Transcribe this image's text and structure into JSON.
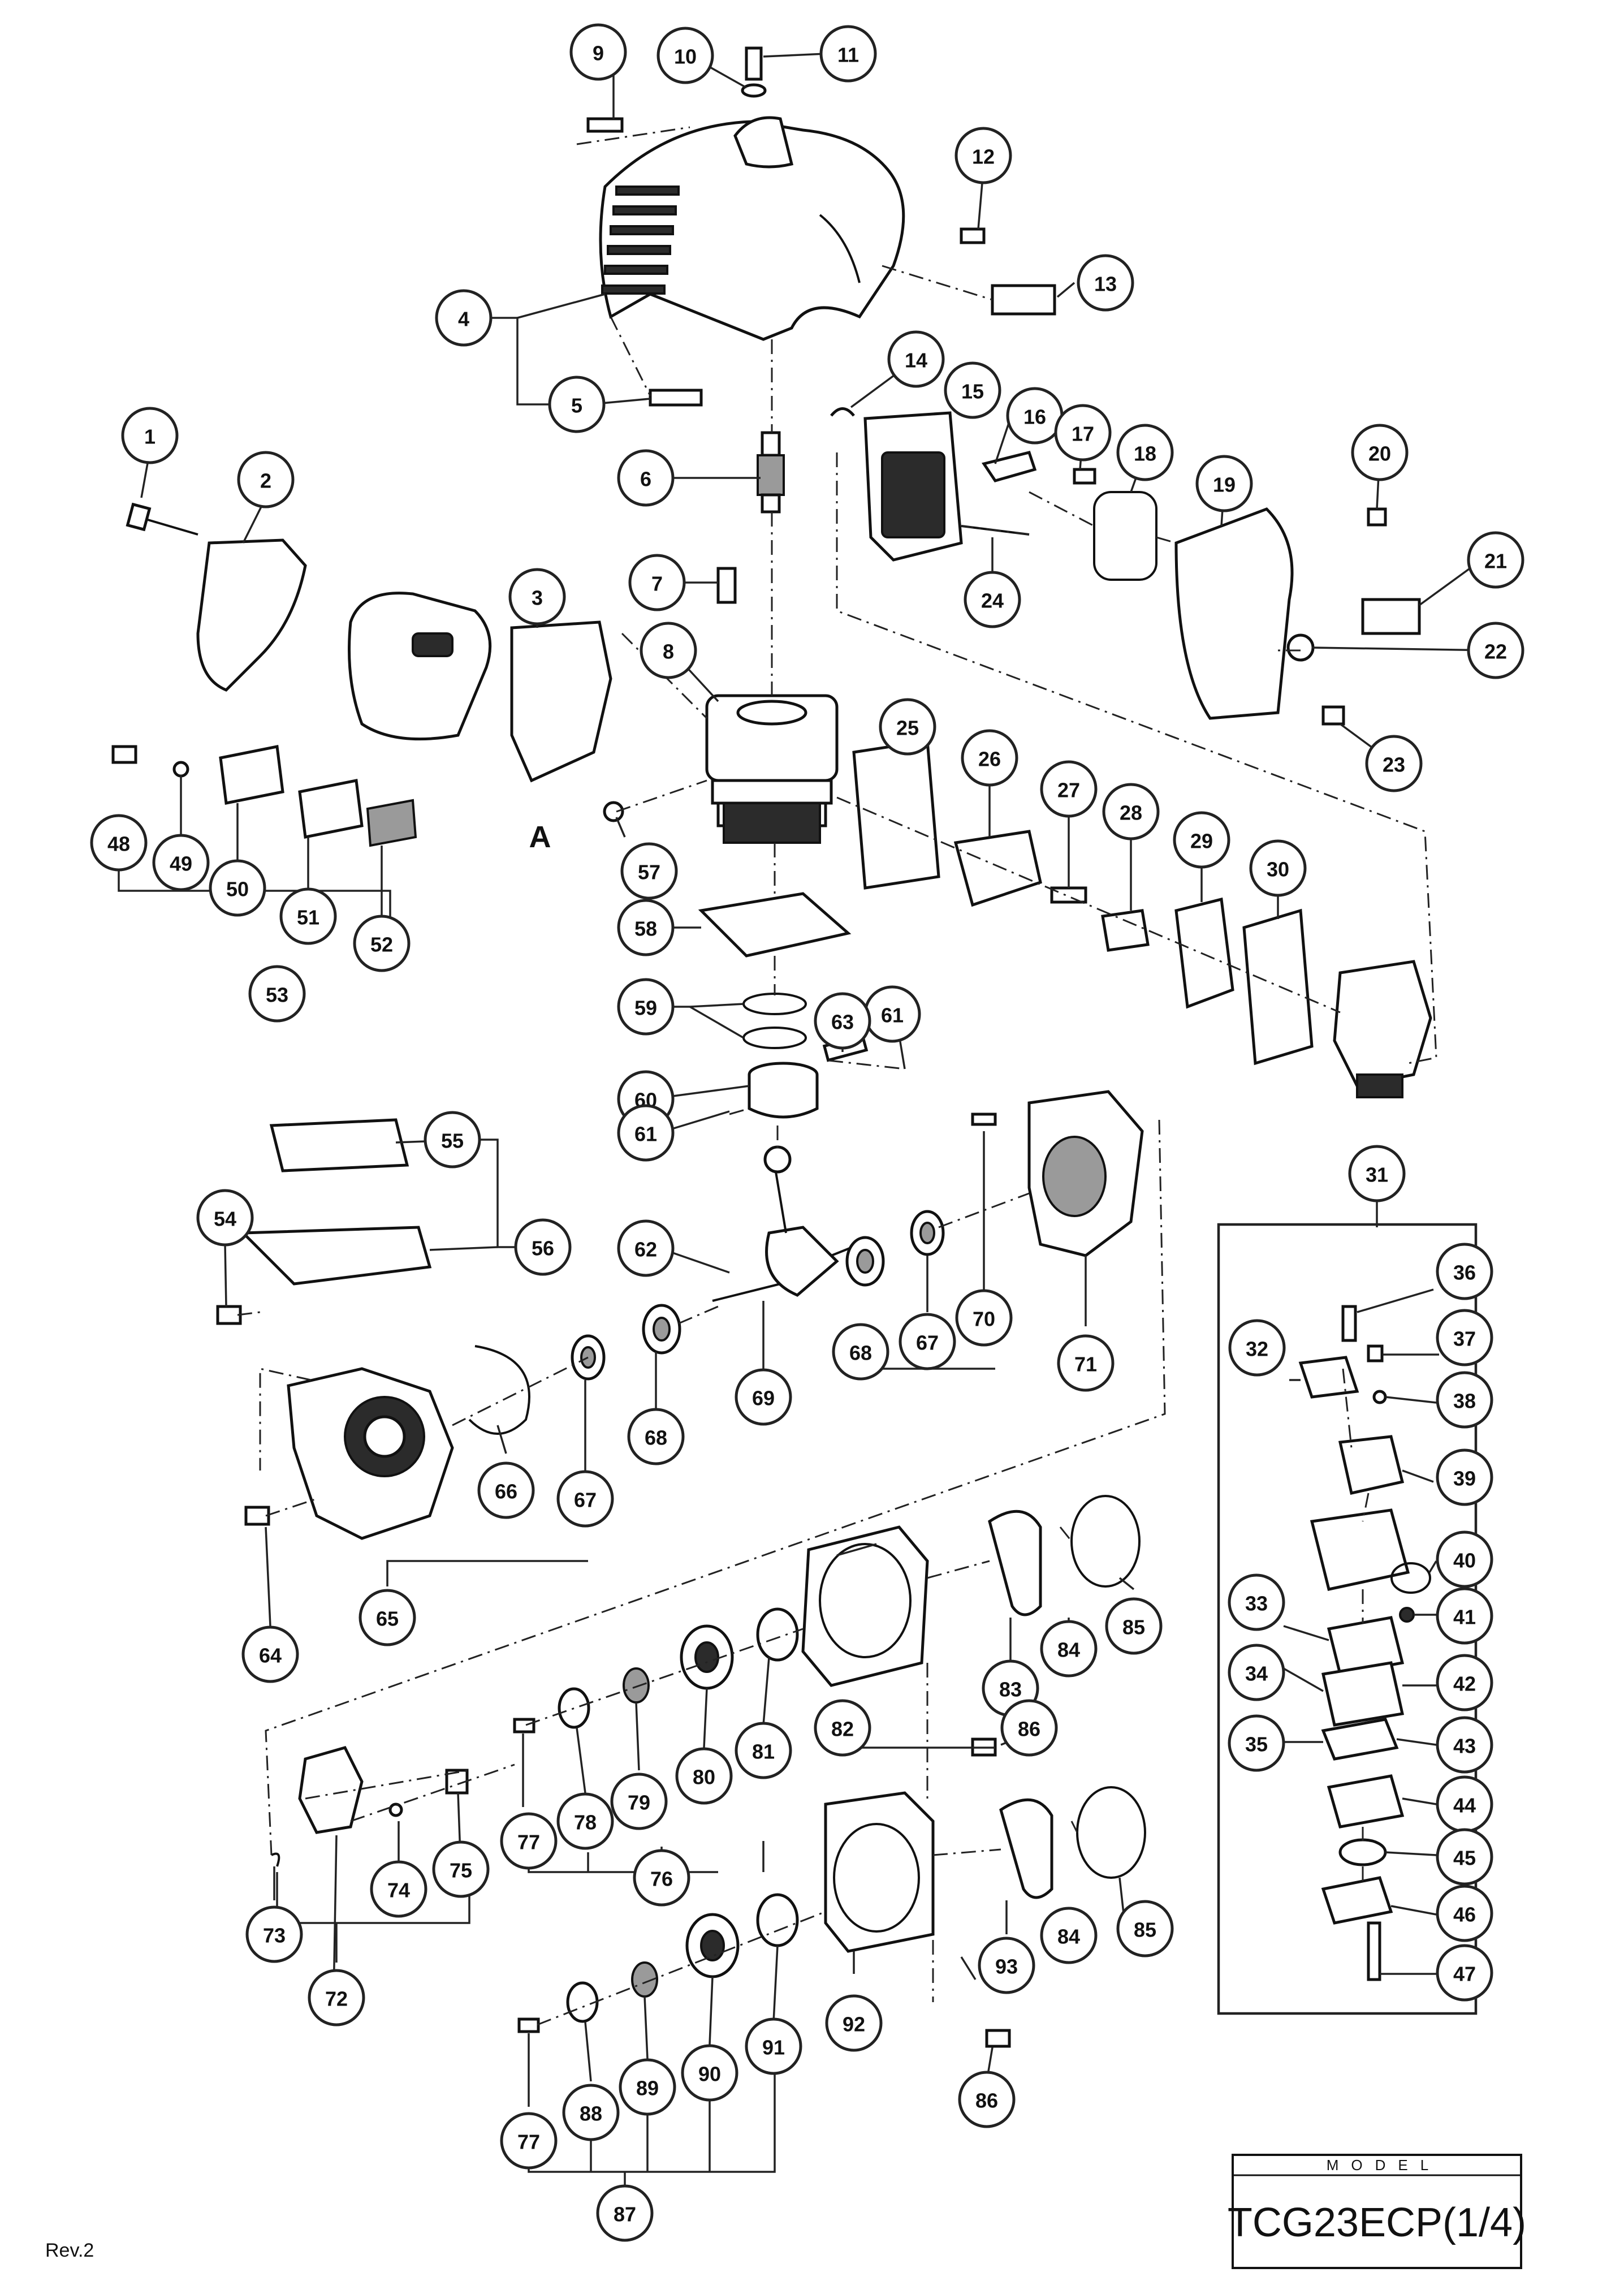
{
  "model": {
    "header": "MODEL",
    "name": "TCG23ECP(1/4)"
  },
  "revision": "Rev.2",
  "ref_letter": "A",
  "callouts": [
    "1",
    "2",
    "3",
    "4",
    "5",
    "6",
    "7",
    "8",
    "9",
    "10",
    "11",
    "12",
    "13",
    "14",
    "15",
    "16",
    "17",
    "18",
    "19",
    "20",
    "21",
    "22",
    "23",
    "24",
    "25",
    "26",
    "27",
    "28",
    "29",
    "30",
    "31",
    "32",
    "33",
    "34",
    "35",
    "36",
    "37",
    "38",
    "39",
    "40",
    "41",
    "42",
    "43",
    "44",
    "45",
    "46",
    "47",
    "48",
    "49",
    "50",
    "51",
    "52",
    "53",
    "54",
    "55",
    "56",
    "57",
    "58",
    "59",
    "60",
    "61",
    "61",
    "62",
    "63",
    "64",
    "65",
    "66",
    "67",
    "67",
    "68",
    "68",
    "69",
    "70",
    "71",
    "72",
    "73",
    "74",
    "75",
    "76",
    "77",
    "77",
    "78",
    "79",
    "80",
    "81",
    "82",
    "83",
    "84",
    "84",
    "85",
    "85",
    "86",
    "86",
    "87",
    "88",
    "89",
    "90",
    "91",
    "92",
    "93"
  ]
}
